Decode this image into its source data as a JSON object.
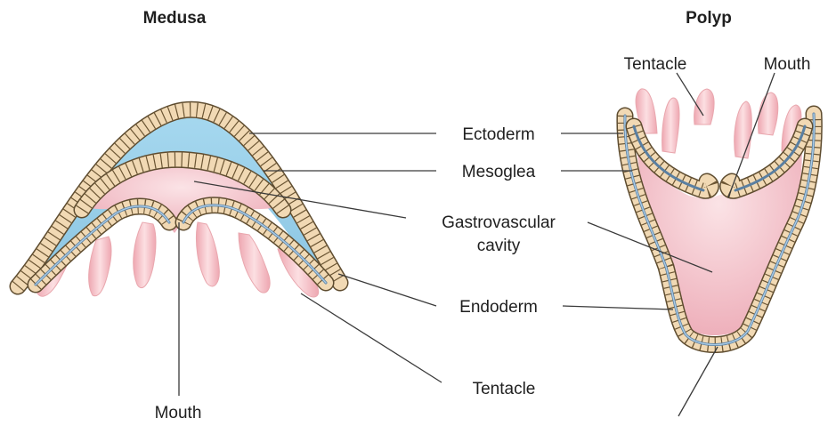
{
  "medusa": {
    "title": "Medusa",
    "labels": {
      "mouth": "Mouth"
    }
  },
  "polyp": {
    "title": "Polyp",
    "labels": {
      "tentacle": "Tentacle",
      "mouth": "Mouth"
    }
  },
  "shared_labels": {
    "ectoderm": "Ectoderm",
    "mesoglea": "Mesoglea",
    "gastrovascular_line1": "Gastrovascular",
    "gastrovascular_line2": "cavity",
    "endoderm": "Endoderm",
    "tentacle": "Tentacle"
  },
  "colors": {
    "mesoglea_blue": "#9fd3ec",
    "cavity_pink": "#f3c3cb",
    "ectoderm_tan": "#f1d9b4",
    "cell_outline": "#5e4c2f",
    "tentacle_pink": "#f2b5be"
  }
}
